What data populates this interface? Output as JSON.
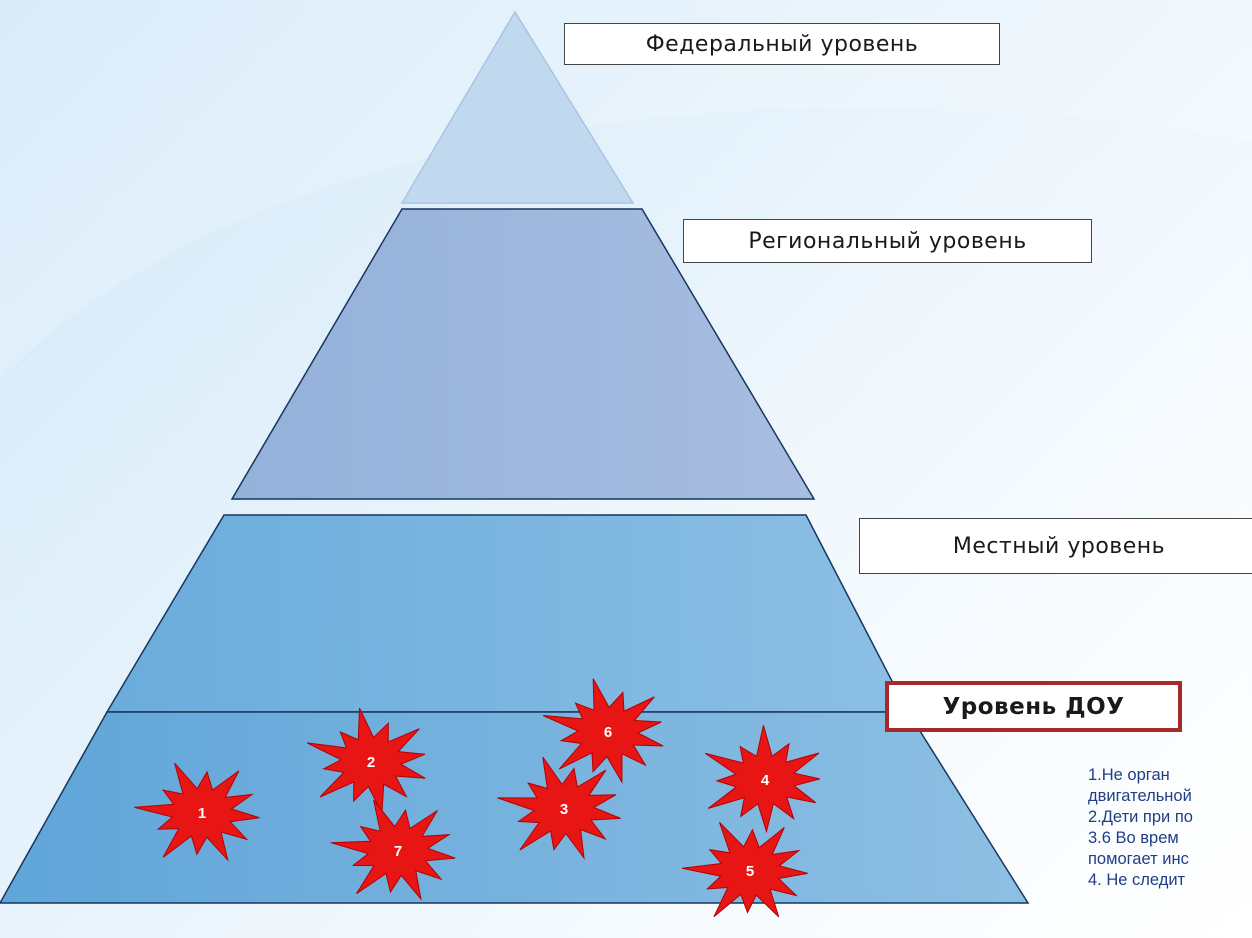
{
  "levels": {
    "federal": "Федеральный уровень",
    "regional": "Региональный уровень",
    "local": "Местный уровень",
    "dou": "Уровень ДОУ"
  },
  "markers": [
    "1",
    "2",
    "3",
    "4",
    "5",
    "6",
    "7"
  ],
  "notes": {
    "line1": "1.Не         орган",
    "line2": "двигательной",
    "line3": "2.Дети при по",
    "line4": "3.6  Во  врем",
    "line5": "помогает инс",
    "line6": "4. Не следит"
  },
  "colors": {
    "federal": "#c0d9ee",
    "regional": "#9fb7db",
    "local": "#76b3de",
    "dou": "#7fb8e0",
    "marker": "#e81515",
    "dou_border": "#a62a2a"
  }
}
